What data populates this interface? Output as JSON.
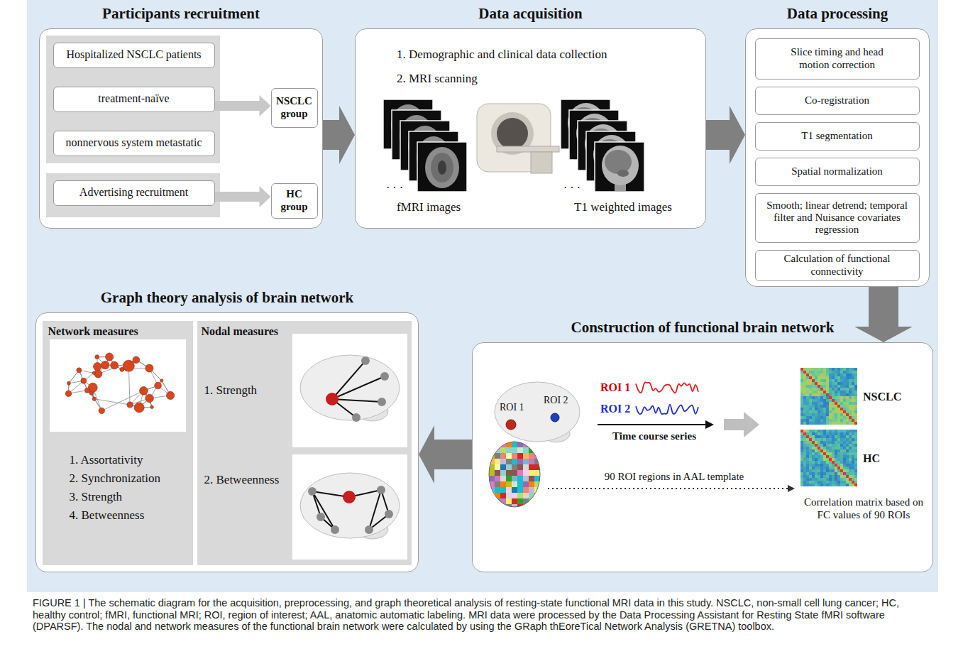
{
  "diagram": {
    "caption": "FIGURE 1 | The schematic diagram for the acquisition, preprocessing, and graph theoretical analysis of resting-state functional MRI data in this study. NSCLC, non-small cell lung cancer; HC, healthy control; fMRI, functional MRI; ROI, region of interest; AAL, anatomic automatic labeling. MRI data were processed by the Data Processing Assistant for Resting State fMRI software (DPARSF). The nodal and network measures of the functional brain network were calculated by using the GRaph thEoreTical Network Analysis (GRETNA) toolbox.",
    "nodes": [
      {
        "text": [
          "Participants recruitment"
        ]
      },
      {
        "text": [
          "Hospitalized NSCLC patients"
        ],
        "in": 0
      },
      {
        "text": [
          "treatment-naïve"
        ],
        "in": 0
      },
      {
        "text": [
          "nonnervous system metastatic"
        ],
        "in": 0
      },
      {
        "text": [
          "NSCLC group"
        ],
        "in": 0
      },
      {
        "text": [
          "Advertising recruitment"
        ],
        "in": 0
      },
      {
        "text": [
          "HC group"
        ],
        "in": 0
      },
      {
        "text": [
          "Data acquisition",
          "1. Demographic and clinical data collection",
          "2. MRI scanning"
        ]
      },
      {
        "text": [
          "Data processing"
        ]
      },
      {
        "text": [
          "Slice timing and head motion correction"
        ],
        "in": 8
      },
      {
        "text": [
          "Co-registration"
        ],
        "in": 8
      },
      {
        "text": [
          "T1 segmentation"
        ],
        "in": 8
      },
      {
        "text": [
          "Spatial normalization"
        ],
        "in": 8
      },
      {
        "text": [
          "Smooth; linear detrend; temporal filter and Nuisance covariates regression"
        ],
        "in": 8
      },
      {
        "text": [
          "Calculation of functional connectivity"
        ],
        "in": 8
      },
      {
        "text": [
          "Construction of functional brain network"
        ]
      },
      {
        "text": [
          "Graph theory analysis of brain network"
        ]
      },
      {
        "text": [
          "Network measures",
          "1. Assortativity",
          "2. Synchronization",
          "3. Strength",
          "4. Betweenness"
        ],
        "in": 16
      },
      {
        "text": [
          "Nodal measures",
          "1. Strength",
          "2. Betweenness"
        ],
        "in": 16
      }
    ],
    "edges": [
      {
        "from": 2,
        "to": 4,
        "arrow": "to"
      },
      {
        "from": 5,
        "to": 6,
        "arrow": "to"
      },
      {
        "from": 0,
        "to": 7,
        "arrow": "to"
      },
      {
        "from": 7,
        "to": 8,
        "arrow": "to"
      },
      {
        "from": 8,
        "to": 15,
        "arrow": "to"
      },
      {
        "from": 15,
        "to": 16,
        "arrow": "to"
      }
    ],
    "labels": [
      "· · ·",
      "fMRI images",
      "· · ·",
      "T1 weighted images",
      "ROI 1",
      "ROI 2",
      "ROI 1",
      "ROI 2",
      "Time course series",
      "NSCLC",
      "HC",
      "90 ROI regions in AAL template",
      "Correlation matrix based on FC values of 90 ROIs"
    ]
  }
}
